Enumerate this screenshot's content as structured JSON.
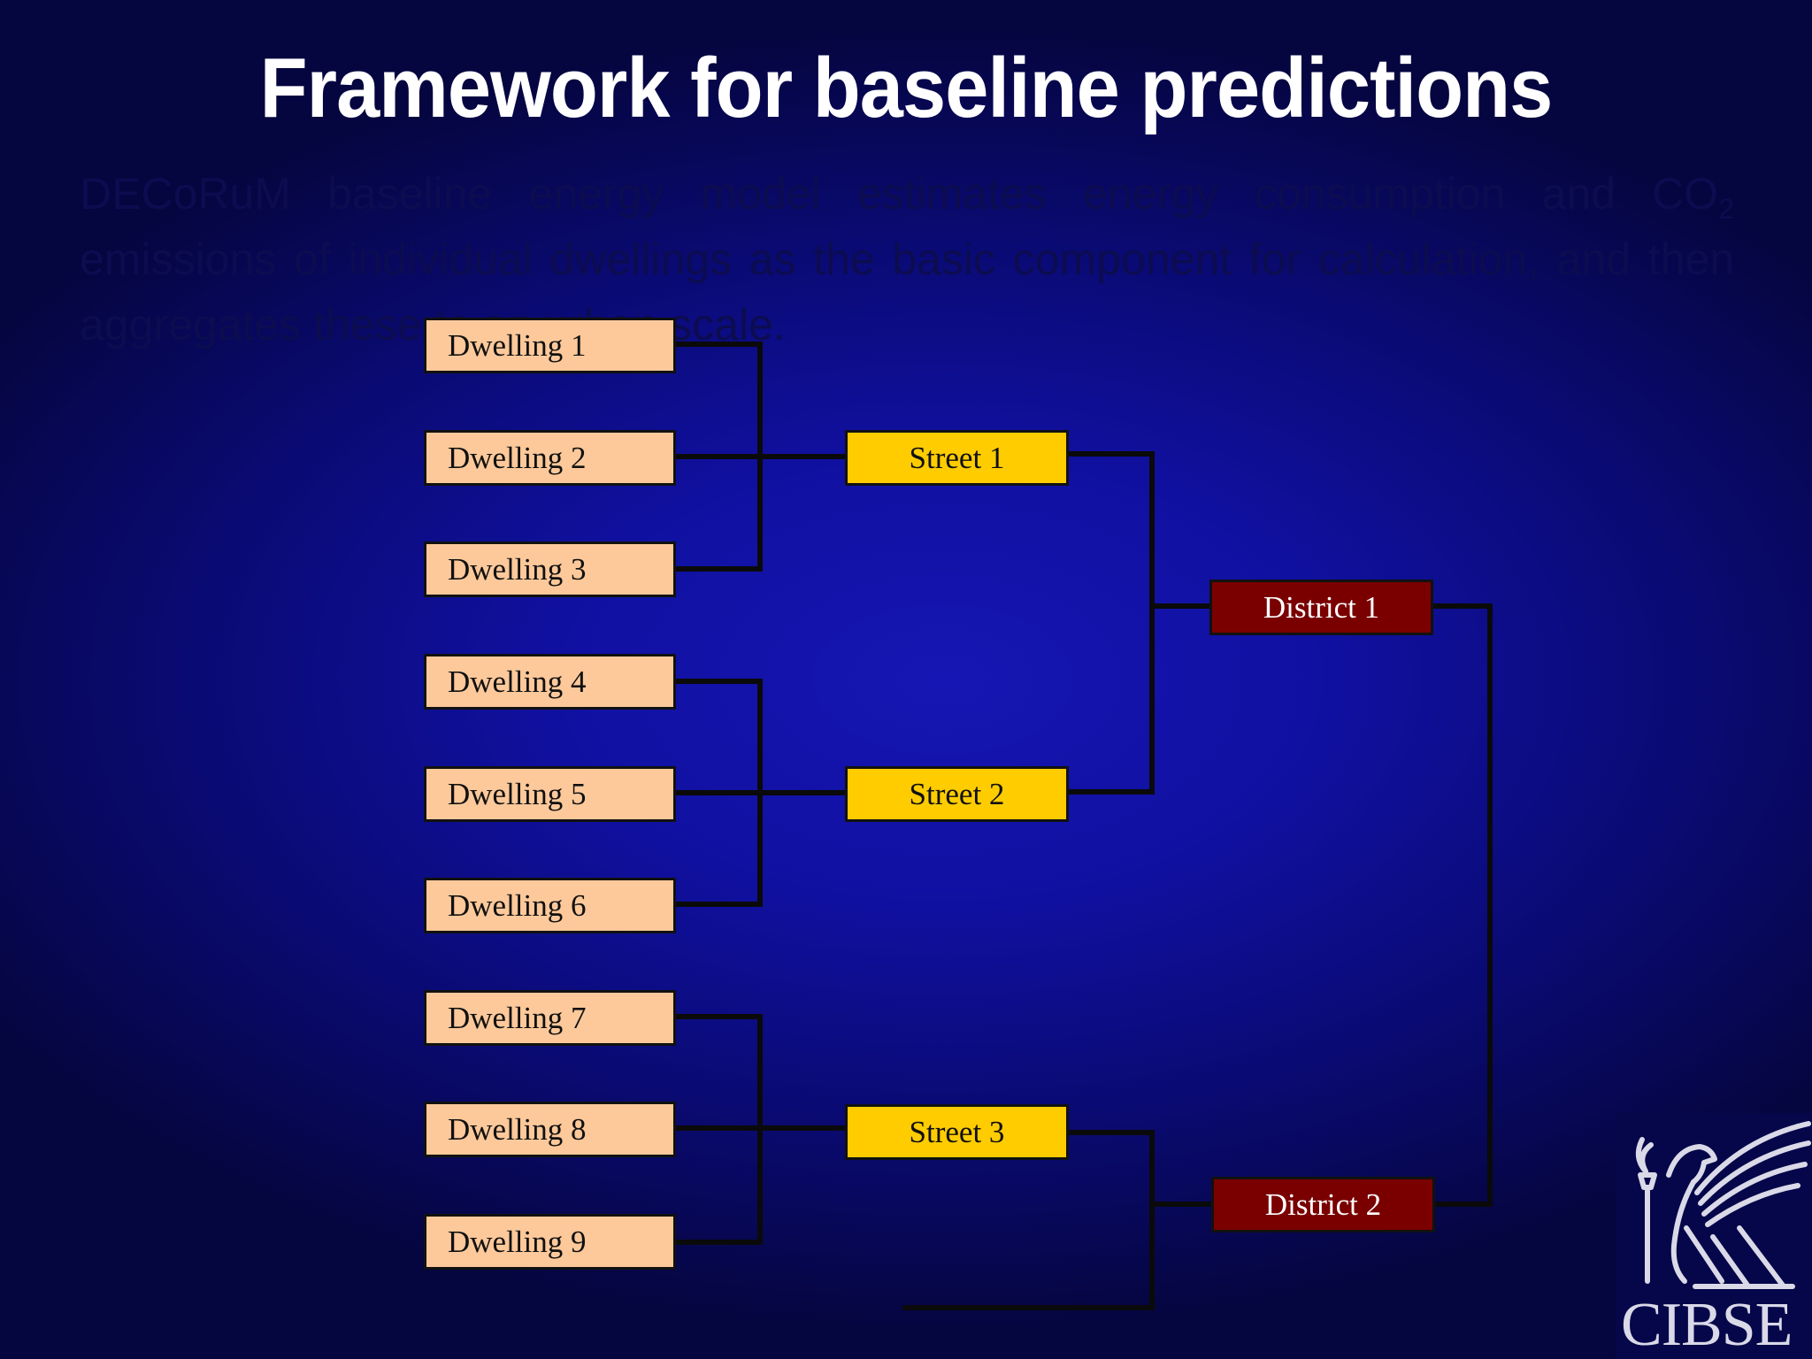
{
  "title": "Framework for baseline predictions",
  "intro": {
    "before_sub": "DECoRuM baseline energy model estimates energy consumption and CO",
    "sub": "2",
    "after_sub": " emissions  of individual dwellings as the basic component for calculation, and then aggregates these to an urban scale."
  },
  "diagram": {
    "dwellings": [
      "Dwelling 1",
      "Dwelling 2",
      "Dwelling 3",
      "Dwelling 4",
      "Dwelling 5",
      "Dwelling 6",
      "Dwelling 7",
      "Dwelling 8",
      "Dwelling 9"
    ],
    "streets": [
      "Street 1",
      "Street 2",
      "Street 3"
    ],
    "districts": [
      "District 1",
      "District 2"
    ]
  },
  "logo": {
    "text": "CIBSE",
    "icon": "griffin-torch-icon"
  },
  "colors": {
    "dwelling": "#fdc99a",
    "street": "#ffcc00",
    "district": "#7a0000",
    "title": "#ffffff"
  }
}
